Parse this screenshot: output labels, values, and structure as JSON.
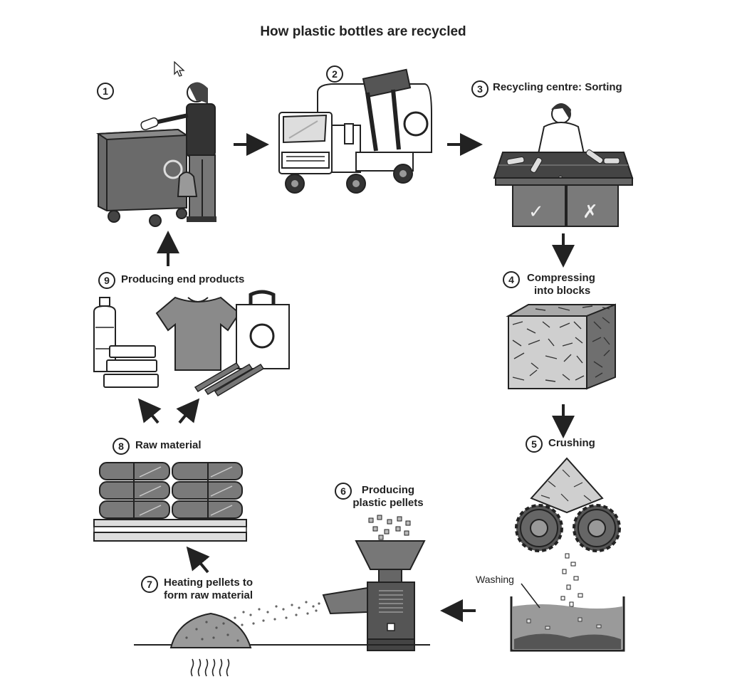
{
  "title": "How plastic bottles are recycled",
  "steps": [
    {
      "number": "1",
      "label": ""
    },
    {
      "number": "2",
      "label": ""
    },
    {
      "number": "3",
      "label": "Recycling centre: Sorting"
    },
    {
      "number": "4",
      "line1": "Compressing",
      "line2": "into blocks"
    },
    {
      "number": "5",
      "label": "Crushing"
    },
    {
      "number": "6",
      "line1": "Producing",
      "line2": "plastic pellets"
    },
    {
      "number": "7",
      "line1": "Heating pellets to",
      "line2": "form raw material"
    },
    {
      "number": "8",
      "label": "Raw material"
    },
    {
      "number": "9",
      "label": "Producing end products"
    }
  ],
  "annotations": {
    "washing": "Washing",
    "check_mark": "✓",
    "cross_mark": "✗"
  },
  "colors": {
    "ink": "#222222",
    "dark_grey": "#555555",
    "mid_grey": "#8a8a8a",
    "light_grey": "#c8c8c8"
  }
}
